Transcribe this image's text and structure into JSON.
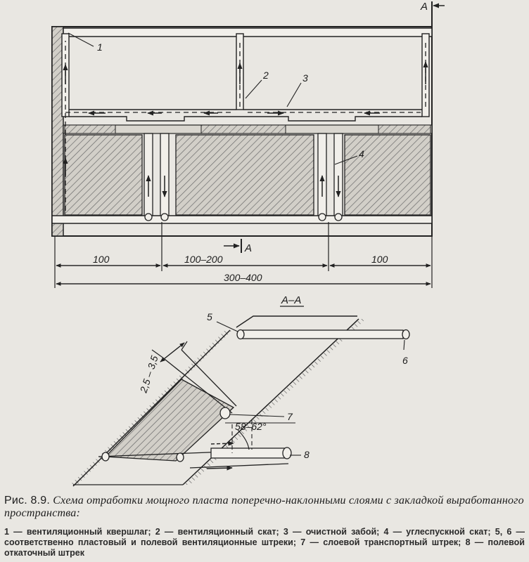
{
  "top_view": {
    "section_marker_top": "А",
    "section_marker_bottom": "А",
    "labels": [
      "1",
      "2",
      "3",
      "4"
    ],
    "dimensions": {
      "left": "100",
      "middle": "100–200",
      "right": "100",
      "total": "300–400"
    }
  },
  "section_view": {
    "title": "А–А",
    "labels": [
      "5",
      "6",
      "7",
      "8"
    ],
    "thickness": "2,5 – 3,5",
    "angle": "58–62°"
  },
  "caption": {
    "figure_number": "Рис. 8.9.",
    "title": "Схема отработки мощного пласта поперечно-наклонными слоями с закладкой выработанного пространства:"
  },
  "legend": {
    "text": "1 — вентиляционный квершлаг; 2 — вентиляционный скат; 3 — очистной забой; 4 — углеспускной скат; 5, 6 — соответственно пластовый и полевой вентиляционные штреки; 7 — слоевой транспортный штрек; 8 — полевой откаточный штрек"
  }
}
